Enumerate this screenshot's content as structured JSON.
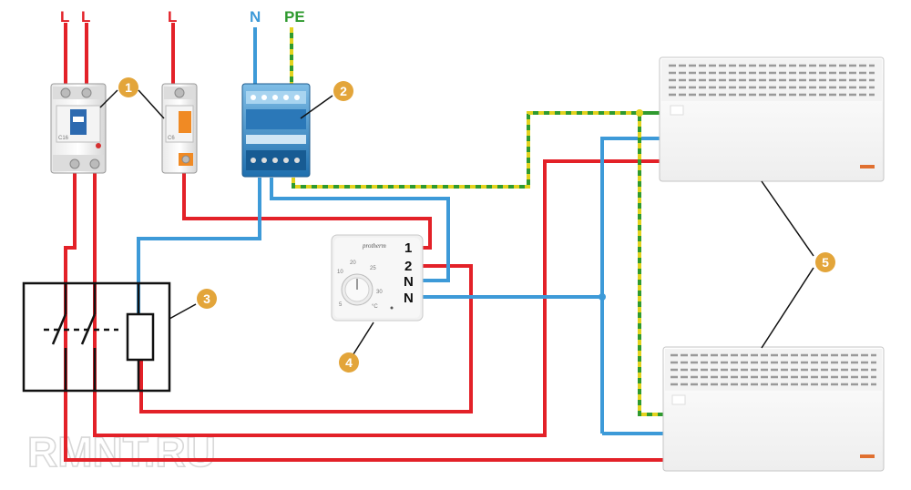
{
  "colors": {
    "phase": "#e32128",
    "neutral": "#3d9ad8",
    "pe_green": "#2f9a2f",
    "pe_yellow": "#e3d21e",
    "marker": "#e3a53a",
    "box_stroke": "#111111"
  },
  "supply_labels": {
    "l1": "L",
    "l2": "L",
    "l3": "L",
    "n": "N",
    "pe": "PE"
  },
  "markers": {
    "m1": "1",
    "m2": "2",
    "m3": "3",
    "m4": "4",
    "m5": "5"
  },
  "thermostat": {
    "terminals": [
      "1",
      "2",
      "N",
      "N"
    ],
    "brand": "protherm",
    "dial_marks": [
      "10",
      "20",
      "25",
      "30",
      "5"
    ],
    "unit": "°C"
  },
  "watermark": "RMNT.RU",
  "icons": {
    "switch": "switch-contact-icon",
    "heater": "heating-element-icon"
  }
}
